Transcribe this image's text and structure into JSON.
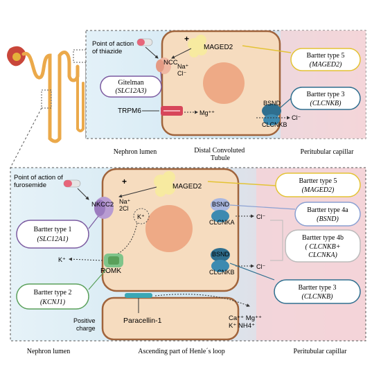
{
  "top_panel": {
    "thiazide_label_line1": "Point of action",
    "thiazide_label_line2": "of thiazide",
    "maged2": "MAGED2",
    "plus": "+",
    "ncc": "NCC",
    "na": "Na⁺",
    "cl": "Cl⁻",
    "gitelman_title": "Gitelman",
    "gitelman_gene": "(SLC12A3)",
    "trpm6": "TRPM6",
    "mg": "Mg⁺⁺",
    "bsnd": "BSND",
    "clcnkb": "CLCNKB",
    "cl_out": "Cl⁻",
    "bartter5_title": "Bartter type 5",
    "bartter5_gene": "(MAGED2)",
    "bartter3_title": "Bartter type 3",
    "bartter3_gene": "(CLCNKB)",
    "nephron_lumen": "Nephron lumen",
    "dct_line1": "Distal Convoluted",
    "dct_line2": "Tubule",
    "peritubular": "Peritubular capillar"
  },
  "bottom_panel": {
    "furosemide_line1": "Point of action of",
    "furosemide_line2": "furosemide",
    "plus": "+",
    "maged2": "MAGED2",
    "nkcc2": "NKCC2",
    "na": "Na⁺",
    "twocl": "2Cl",
    "k_inside": "K⁺",
    "bartter1_title": "Bartter type 1",
    "bartter1_gene": "(SLC12A1)",
    "k_out": "K⁺",
    "romk": "ROMK",
    "bartter2_title": "Bartter type 2",
    "bartter2_gene": "(KCNJ1)",
    "positive_line1": "Positive",
    "positive_line2": "charge",
    "paracellin": "Paracellin-1",
    "bsnd_a": "BSND",
    "clcnka": "CLCNKA",
    "cl_a": "Cl⁻",
    "bsnd_b": "BSND",
    "clcnkb": "CLCNKB",
    "cl_b": "Cl⁻",
    "ions_line1": "Ca⁺⁺ Mg⁺⁺",
    "ions_line2": "K⁺ NH4⁺",
    "bartter5_title": "Bartter type 5",
    "bartter5_gene": "(MAGED2)",
    "bartter4a_title": "Bartter type 4a",
    "bartter4a_gene": "(BSND)",
    "bartter4b_title": "Bartter type 4b",
    "bartter4b_gene1": "( CLCNKB+",
    "bartter4b_gene2": "CLCNKA)",
    "bartter3_title": "Bartter type 3",
    "bartter3_gene": "(CLCNKB)",
    "nephron_lumen": "Nephron lumen",
    "henle": "Ascending part of Henle´s loop",
    "peritubular": "Peritubular capillar"
  },
  "colors": {
    "lumen_blue": "#cfe6f2",
    "capillary_pink": "#f2c9cf",
    "cell_fill": "#f6dcbf",
    "cell_border": "#a0643c",
    "nucleus": "#eeaa86",
    "maged_yellow": "#f7eaa0",
    "yellow_line": "#e3c334",
    "purple": "#7b5aa0",
    "green": "#5aa05a",
    "teal": "#2f6f8f",
    "red_channel": "#d7465a",
    "pink_transporter": "#f0b7a2"
  }
}
